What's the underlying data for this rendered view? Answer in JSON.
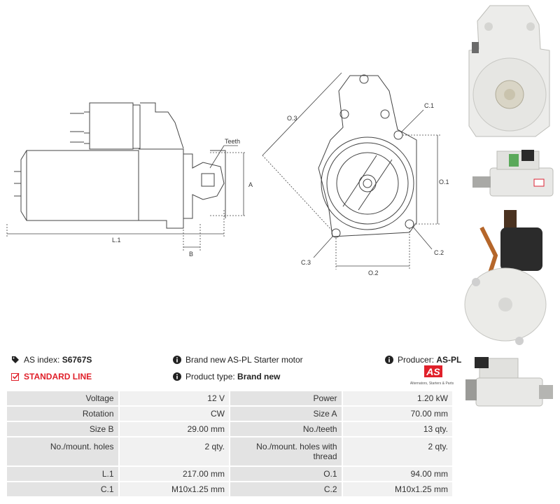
{
  "diagram": {
    "labels": {
      "teeth": "Teeth",
      "a": "A",
      "l1": "L.1",
      "b": "B",
      "o3": "O.3",
      "c1": "C.1",
      "o1": "O.1",
      "c2": "C.2",
      "c3": "C.3",
      "o2": "O.2"
    }
  },
  "info": {
    "as_index_label": "AS index: ",
    "as_index_value": "S6767S",
    "standard_line": "STANDARD LINE",
    "description": "Brand new AS-PL Starter motor",
    "product_type_label": "Product type: ",
    "product_type_value": "Brand new",
    "producer_label": "Producer: ",
    "producer_value": "AS-PL"
  },
  "logo": {
    "text": "AS",
    "tagline": "Alternators, Starters & Parts"
  },
  "specs": [
    {
      "l1": "Voltage",
      "v1": "12 V",
      "l2": "Power",
      "v2": "1.20 kW"
    },
    {
      "l1": "Rotation",
      "v1": "CW",
      "l2": "Size A",
      "v2": "70.00 mm"
    },
    {
      "l1": "Size B",
      "v1": "29.00 mm",
      "l2": "No./teeth",
      "v2": "13 qty."
    },
    {
      "l1": "No./mount. holes",
      "v1": "2 qty.",
      "l2": "No./mount. holes with thread",
      "v2": "2 qty."
    },
    {
      "l1": "L.1",
      "v1": "217.00 mm",
      "l2": "O.1",
      "v2": "94.00 mm"
    },
    {
      "l1": "C.1",
      "v1": "M10x1.25 mm",
      "l2": "C.2",
      "v2": "M10x1.25 mm"
    }
  ],
  "colors": {
    "accent": "#e0202a",
    "label_bg": "#e3e3e3",
    "value_bg": "#f1f1f1"
  }
}
